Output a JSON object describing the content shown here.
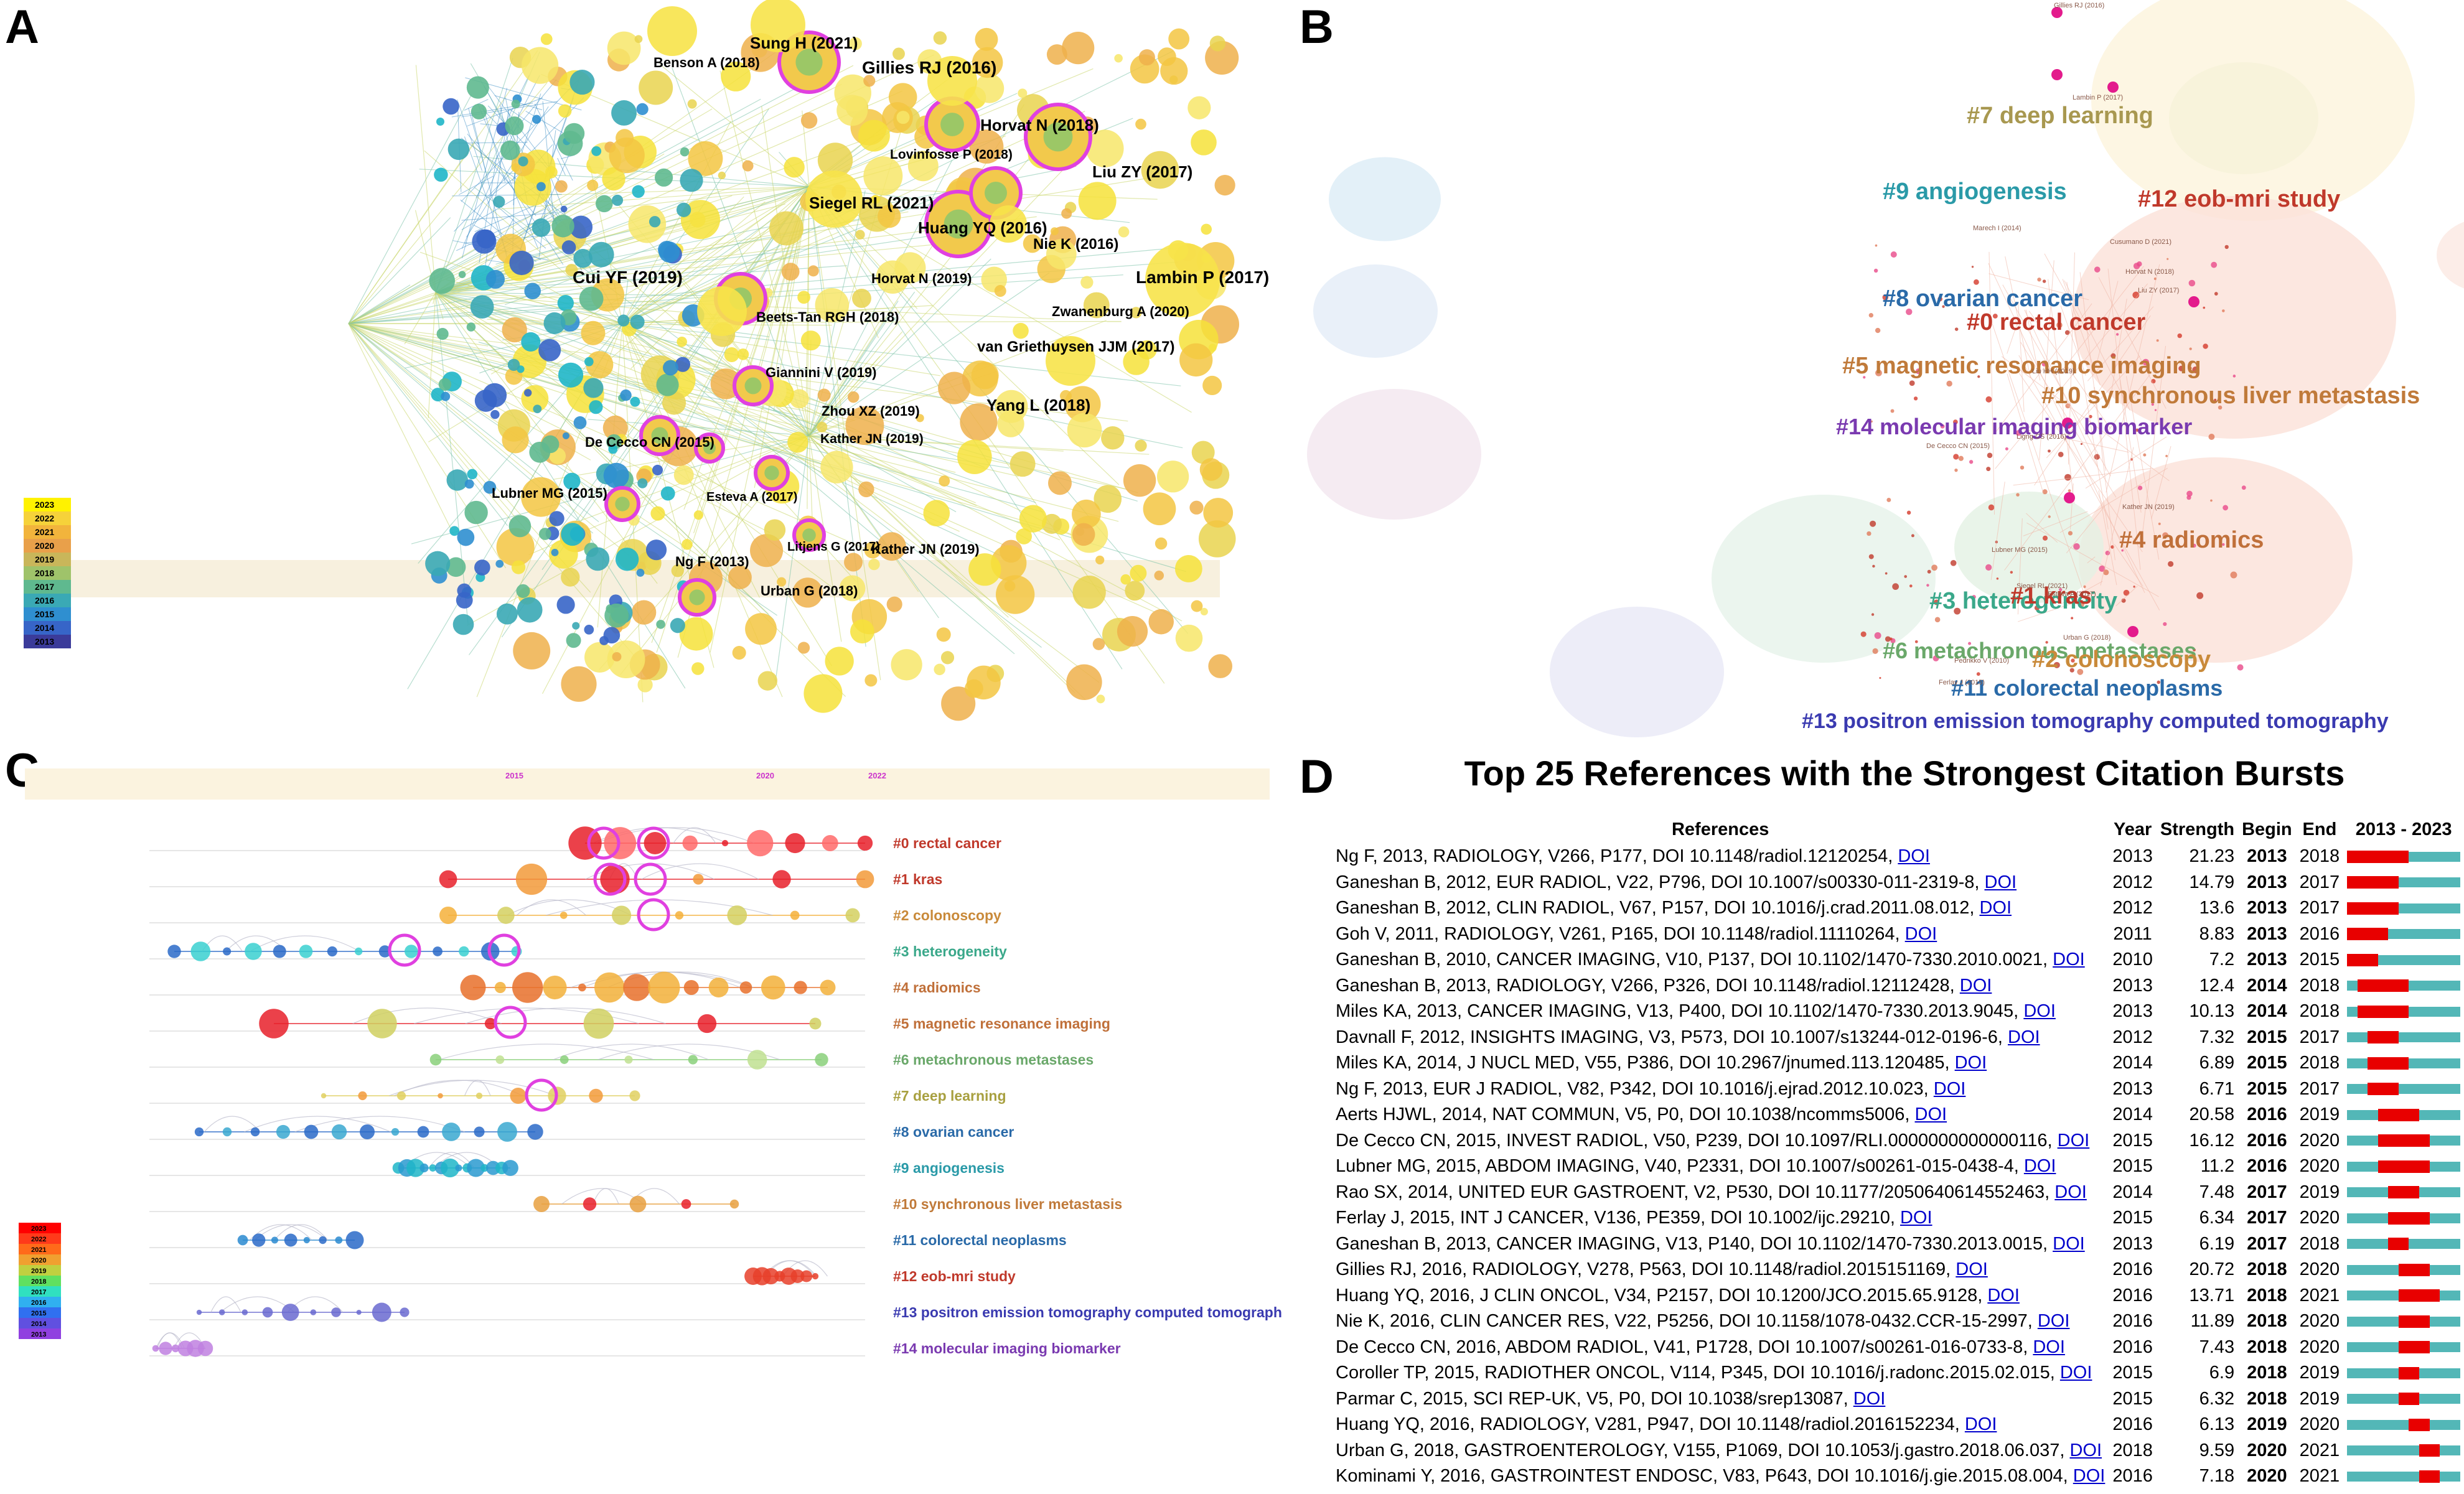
{
  "panel_letters": {
    "a": "A",
    "b": "B",
    "c": "C",
    "d": "D"
  },
  "colors": {
    "burst_red": "#e80000",
    "burst_teal": "#53b7b7",
    "doi_link": "#0000cc",
    "node_yellow": "#f3e43a",
    "ring_magenta": "#e040e0"
  },
  "panel_a": {
    "legend_years": [
      "2023",
      "2022",
      "2021",
      "2020",
      "2019",
      "2018",
      "2017",
      "2016",
      "2015",
      "2014",
      "2013"
    ],
    "node_labels": [
      "Sung H (2021)",
      "Benson A (2018)",
      "Gillies RJ (2016)",
      "Horvat N (2018)",
      "Lovinfosse P (2018)",
      "Liu ZY (2017)",
      "Siegel RL (2021)",
      "Huang YQ (2016)",
      "Nie K (2016)",
      "Cui YF (2019)",
      "Horvat N (2019)",
      "Lambin P (2017)",
      "Beets-Tan RGH (2018)",
      "Zwanenburg A (2020)",
      "van Griethuysen JJM (2017)",
      "Giannini V (2019)",
      "Yang L (2018)",
      "Zhou XZ (2019)",
      "De Cecco CN (2015)",
      "Kather JN (2019)",
      "Lubner MG (2015)",
      "Esteva A (2017)",
      "Litjens G (2017)",
      "Kather JN (2019)",
      "Ng F (2013)",
      "Urban G (2018)"
    ]
  },
  "panel_b": {
    "clusters": [
      "#7 deep learning",
      "#9 angiogenesis",
      "#12 eob-mri study",
      "#8 ovarian cancer",
      "#0 rectal cancer",
      "#5 magnetic resonance imaging",
      "#10 synchronous liver metastasis",
      "#14 molecular imaging biomarker",
      "#4 radiomics",
      "#3 heterogeneity",
      "#1 kras",
      "#6 metachronous metastases",
      "#2 colonoscopy",
      "#11 colorectal neoplasms",
      "#13 positron emission tomography computed tomography"
    ],
    "small_labels": [
      "Gillies RJ (2016)",
      "Lambin P (2017)",
      "Marech I (2014)",
      "Cusumano D (2021)",
      "Horvat N (2018)",
      "Liu ZY (2017)",
      "De Cecco CN (2015)",
      "Ligng CS (2016)",
      "Liu HH (2019)",
      "Kather JN (2019)",
      "Lubner MG (2015)",
      "Siegel RL (2021)",
      "Esteva A (2017)",
      "Urban G (2018)",
      "Pedrikko V (2010)",
      "Ferlay J (2015)"
    ]
  },
  "panel_c": {
    "timeline_years": [
      "2015",
      "2020",
      "2022"
    ],
    "legend_years": [
      "2023",
      "2022",
      "2021",
      "2020",
      "2019",
      "2018",
      "2017",
      "2016",
      "2015",
      "2014",
      "2013"
    ],
    "clusters": [
      {
        "label": "#0 rectal cancer",
        "color": "#c0392b"
      },
      {
        "label": "#1 kras",
        "color": "#c0392b"
      },
      {
        "label": "#2 colonoscopy",
        "color": "#c98a3a"
      },
      {
        "label": "#3 heterogeneity",
        "color": "#3aa88a"
      },
      {
        "label": "#4 radiomics",
        "color": "#c0703a"
      },
      {
        "label": "#5 magnetic resonance imaging",
        "color": "#c0703a"
      },
      {
        "label": "#6 metachronous metastases",
        "color": "#6aa86a"
      },
      {
        "label": "#7 deep learning",
        "color": "#a8a040"
      },
      {
        "label": "#8 ovarian cancer",
        "color": "#2a6aa8"
      },
      {
        "label": "#9 angiogenesis",
        "color": "#2a9aa8"
      },
      {
        "label": "#10 synchronous liver metastasis",
        "color": "#c07a3a"
      },
      {
        "label": "#11 colorectal neoplasms",
        "color": "#2a6aa8"
      },
      {
        "label": "#12 eob-mri study",
        "color": "#c0392b"
      },
      {
        "label": "#13 positron emission tomography computed tomograph",
        "color": "#3a3ab0"
      },
      {
        "label": "#14 molecular imaging biomarker",
        "color": "#7a3ab0"
      }
    ]
  },
  "panel_d": {
    "title": "Top 25 References with the Strongest Citation Bursts",
    "headers": {
      "references": "References",
      "year": "Year",
      "strength": "Strength",
      "begin": "Begin",
      "end": "End",
      "range": "2013 - 2023"
    },
    "doi_text": "DOI",
    "range_start": 2013,
    "range_end": 2023,
    "rows": [
      {
        "ref": "Ng F, 2013, RADIOLOGY, V266, P177, DOI 10.1148/radiol.12120254,",
        "year": "2013",
        "strength": "21.23",
        "begin": "2013",
        "end": "2018"
      },
      {
        "ref": "Ganeshan B, 2012, EUR RADIOL, V22, P796, DOI 10.1007/s00330-011-2319-8,",
        "year": "2012",
        "strength": "14.79",
        "begin": "2013",
        "end": "2017"
      },
      {
        "ref": "Ganeshan B, 2012, CLIN RADIOL, V67, P157, DOI 10.1016/j.crad.2011.08.012,",
        "year": "2012",
        "strength": "13.6",
        "begin": "2013",
        "end": "2017"
      },
      {
        "ref": "Goh V, 2011, RADIOLOGY, V261, P165, DOI 10.1148/radiol.11110264,",
        "year": "2011",
        "strength": "8.83",
        "begin": "2013",
        "end": "2016"
      },
      {
        "ref": "Ganeshan B, 2010, CANCER IMAGING, V10, P137, DOI 10.1102/1470-7330.2010.0021,",
        "year": "2010",
        "strength": "7.2",
        "begin": "2013",
        "end": "2015"
      },
      {
        "ref": "Ganeshan B, 2013, RADIOLOGY, V266, P326, DOI 10.1148/radiol.12112428,",
        "year": "2013",
        "strength": "12.4",
        "begin": "2014",
        "end": "2018"
      },
      {
        "ref": "Miles KA, 2013, CANCER IMAGING, V13, P400, DOI 10.1102/1470-7330.2013.9045,",
        "year": "2013",
        "strength": "10.13",
        "begin": "2014",
        "end": "2018"
      },
      {
        "ref": "Davnall F, 2012, INSIGHTS IMAGING, V3, P573, DOI 10.1007/s13244-012-0196-6,",
        "year": "2012",
        "strength": "7.32",
        "begin": "2015",
        "end": "2017"
      },
      {
        "ref": "Miles KA, 2014, J NUCL MED, V55, P386, DOI 10.2967/jnumed.113.120485,",
        "year": "2014",
        "strength": "6.89",
        "begin": "2015",
        "end": "2018"
      },
      {
        "ref": "Ng F, 2013, EUR J RADIOL, V82, P342, DOI 10.1016/j.ejrad.2012.10.023,",
        "year": "2013",
        "strength": "6.71",
        "begin": "2015",
        "end": "2017"
      },
      {
        "ref": "Aerts HJWL, 2014, NAT COMMUN, V5, P0, DOI 10.1038/ncomms5006,",
        "year": "2014",
        "strength": "20.58",
        "begin": "2016",
        "end": "2019"
      },
      {
        "ref": "De Cecco CN, 2015, INVEST RADIOL, V50, P239, DOI 10.1097/RLI.0000000000000116,",
        "year": "2015",
        "strength": "16.12",
        "begin": "2016",
        "end": "2020"
      },
      {
        "ref": "Lubner MG, 2015, ABDOM IMAGING, V40, P2331, DOI 10.1007/s00261-015-0438-4,",
        "year": "2015",
        "strength": "11.2",
        "begin": "2016",
        "end": "2020"
      },
      {
        "ref": "Rao SX, 2014, UNITED EUR GASTROENT, V2, P530, DOI 10.1177/2050640614552463,",
        "year": "2014",
        "strength": "7.48",
        "begin": "2017",
        "end": "2019"
      },
      {
        "ref": "Ferlay J, 2015, INT J CANCER, V136, PE359, DOI 10.1002/ijc.29210,",
        "year": "2015",
        "strength": "6.34",
        "begin": "2017",
        "end": "2020"
      },
      {
        "ref": "Ganeshan B, 2013, CANCER IMAGING, V13, P140, DOI 10.1102/1470-7330.2013.0015,",
        "year": "2013",
        "strength": "6.19",
        "begin": "2017",
        "end": "2018"
      },
      {
        "ref": "Gillies RJ, 2016, RADIOLOGY, V278, P563, DOI 10.1148/radiol.2015151169,",
        "year": "2016",
        "strength": "20.72",
        "begin": "2018",
        "end": "2020"
      },
      {
        "ref": "Huang YQ, 2016, J CLIN ONCOL, V34, P2157, DOI 10.1200/JCO.2015.65.9128,",
        "year": "2016",
        "strength": "13.71",
        "begin": "2018",
        "end": "2021"
      },
      {
        "ref": "Nie K, 2016, CLIN CANCER RES, V22, P5256, DOI 10.1158/1078-0432.CCR-15-2997,",
        "year": "2016",
        "strength": "11.89",
        "begin": "2018",
        "end": "2020"
      },
      {
        "ref": "De Cecco CN, 2016, ABDOM RADIOL, V41, P1728, DOI 10.1007/s00261-016-0733-8,",
        "year": "2016",
        "strength": "7.43",
        "begin": "2018",
        "end": "2020"
      },
      {
        "ref": "Coroller TP, 2015, RADIOTHER ONCOL, V114, P345, DOI 10.1016/j.radonc.2015.02.015,",
        "year": "2015",
        "strength": "6.9",
        "begin": "2018",
        "end": "2019"
      },
      {
        "ref": "Parmar C, 2015, SCI REP-UK, V5, P0, DOI 10.1038/srep13087,",
        "year": "2015",
        "strength": "6.32",
        "begin": "2018",
        "end": "2019"
      },
      {
        "ref": "Huang YQ, 2016, RADIOLOGY, V281, P947, DOI 10.1148/radiol.2016152234,",
        "year": "2016",
        "strength": "6.13",
        "begin": "2019",
        "end": "2020"
      },
      {
        "ref": "Urban G, 2018, GASTROENTEROLOGY, V155, P1069, DOI 10.1053/j.gastro.2018.06.037,",
        "year": "2018",
        "strength": "9.59",
        "begin": "2020",
        "end": "2021"
      },
      {
        "ref": "Kominami Y, 2016, GASTROINTEST ENDOSC, V83, P643, DOI 10.1016/j.gie.2015.08.004,",
        "year": "2016",
        "strength": "7.18",
        "begin": "2020",
        "end": "2021"
      }
    ]
  }
}
